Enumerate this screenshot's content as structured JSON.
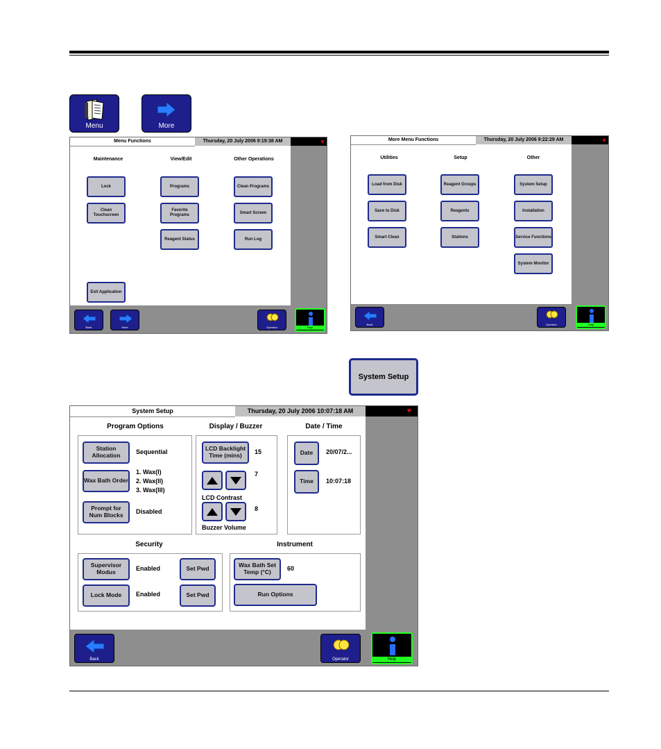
{
  "top_nav": {
    "menu_label": "Menu",
    "more_label": "More"
  },
  "menu_screen": {
    "title": "Menu Functions",
    "datetime": "Thursday, 20 July 2006 9:19:38 AM",
    "columns": {
      "maintenance": "Maintenance",
      "view_edit": "View/Edit",
      "other": "Other Operations"
    },
    "buttons": {
      "lock": "Lock",
      "clean_touchscreen": "Clean Touchscreen",
      "programs": "Programs",
      "favorite_programs": "Favorite Programs",
      "reagent_status": "Reagent Status",
      "clean_programs": "Clean Programs",
      "smart_screen": "Smart Screen",
      "run_log": "Run Log",
      "exit_application": "Exit Application"
    },
    "bottom": {
      "back": "Back",
      "more": "More",
      "operator": "Operator",
      "help": "Help"
    }
  },
  "more_screen": {
    "title": "More Menu Functions",
    "datetime": "Thursday, 20 July 2006 9:22:29 AM",
    "columns": {
      "utilities": "Utilities",
      "setup": "Setup",
      "other": "Other"
    },
    "buttons": {
      "load_from_disk": "Load from Disk",
      "save_to_disk": "Save to Disk",
      "smart_clean": "Smart Clean",
      "reagent_groups": "Reagent Groups",
      "reagents": "Reagents",
      "stations": "Stations",
      "system_setup": "System Setup",
      "installation": "Installation",
      "service_functions": "Service Functions",
      "system_monitor": "System Monitor"
    },
    "bottom": {
      "back": "Back",
      "operator": "Operator",
      "help": "Help"
    }
  },
  "system_setup_button": "System Setup",
  "setup_screen": {
    "title": "System Setup",
    "datetime": "Thursday, 20 July 2006 10:07:18 AM",
    "program_options": {
      "title": "Program Options",
      "station_allocation": "Station Allocation",
      "station_allocation_value": "Sequential",
      "wax_bath_order": "Wax Bath Order",
      "wax_order_values": [
        "1. Wax(I)",
        "2. Wax(II)",
        "3. Wax(III)"
      ],
      "prompt_num_blocks": "Prompt for Num Blocks",
      "prompt_value": "Disabled"
    },
    "display_buzzer": {
      "title": "Display / Buzzer",
      "lcd_backlight": "LCD Backlight Time (mins)",
      "lcd_backlight_value": "15",
      "lcd_contrast_value": "7",
      "lcd_contrast_label": "LCD Contrast",
      "buzzer_value": "8",
      "buzzer_label": "Buzzer Volume"
    },
    "date_time": {
      "title": "Date / Time",
      "date": "Date",
      "date_value": "20/07/2...",
      "time": "Time",
      "time_value": "10:07:18"
    },
    "security": {
      "title": "Security",
      "supervisor": "Supervisor Modus",
      "supervisor_value": "Enabled",
      "set_pwd_1": "Set Pwd",
      "lock_mode": "Lock Mode",
      "lock_value": "Enabled",
      "set_pwd_2": "Set Pwd"
    },
    "instrument": {
      "title": "Instrument",
      "wax_temp": "Wax Bath Set Temp (°C)",
      "wax_temp_value": "60",
      "run_options": "Run Options"
    },
    "bottom": {
      "back": "Back",
      "operator": "Operator",
      "help": "Help"
    }
  }
}
